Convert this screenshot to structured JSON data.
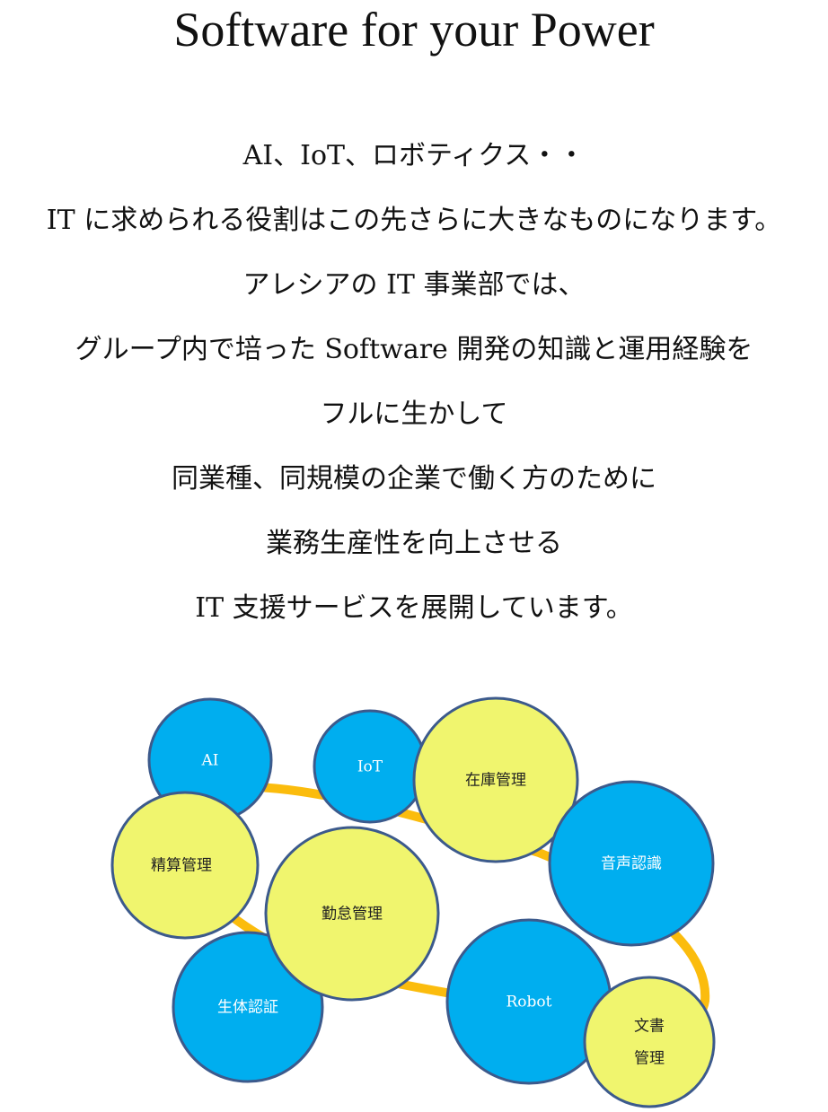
{
  "title": "Software for your Power",
  "lines": [
    "AI、IoT、ロボティクス・・",
    "IT  に求められる役割はこの先さらに大きなものになります。",
    "アレシアの IT 事業部では、",
    "グループ内で培った Software 開発の知識と運用経験を",
    "フルに生かして",
    "同業種、同規模の企業で働く方のために",
    "業務生産性を向上させる",
    "IT 支援サービスを展開しています。"
  ],
  "colors": {
    "blue": "#00AEEF",
    "yellow": "#F0F56E",
    "outline": "#3C5A8C",
    "ring": "#FBBC0D"
  },
  "bubbles": [
    {
      "id": "ai",
      "label": "AI",
      "color": "blue"
    },
    {
      "id": "iot",
      "label": "IoT",
      "color": "blue"
    },
    {
      "id": "inventory",
      "label": "在庫管理",
      "color": "yellow"
    },
    {
      "id": "settlement",
      "label": "精算管理",
      "color": "yellow"
    },
    {
      "id": "voice",
      "label": "音声認識",
      "color": "blue"
    },
    {
      "id": "biometric",
      "label": "生体認証",
      "color": "blue"
    },
    {
      "id": "attendance",
      "label": "勤怠管理",
      "color": "yellow"
    },
    {
      "id": "robot",
      "label": "Robot",
      "color": "blue"
    },
    {
      "id": "document",
      "label_line1": "文書",
      "label_line2": "管理",
      "color": "yellow"
    }
  ]
}
